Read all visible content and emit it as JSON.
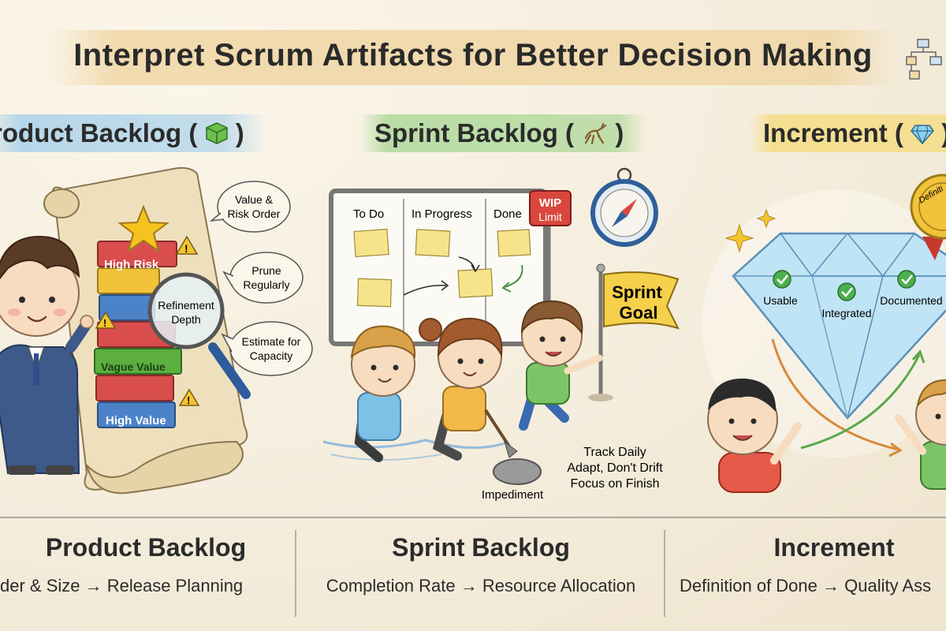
{
  "title": "Interpret Scrum Artifacts for Better Decision Making",
  "sections": {
    "product_backlog": {
      "heading": "roduct Backlog (",
      "heading_close": ")",
      "callouts": [
        "Value &",
        "Risk Order",
        "Prune",
        "Regularly",
        "Estimate for",
        "Capacity"
      ],
      "magnifier": [
        "Refinement",
        "Depth"
      ],
      "bricks": [
        "High Risk",
        "Vague Value",
        "High Value"
      ]
    },
    "sprint_backlog": {
      "heading": "Sprint Backlog (",
      "heading_close": ")",
      "board_columns": [
        "To Do",
        "In Progress",
        "Done"
      ],
      "wip": [
        "WIP",
        "Limit"
      ],
      "goal_flag": [
        "Sprint",
        "Goal"
      ],
      "notes": [
        "Track Daily",
        "Adapt, Don't Drift",
        "Focus on Finish"
      ],
      "impediment": "Impediment"
    },
    "increment": {
      "heading": "Increment (",
      "heading_close": ")",
      "checks": [
        "Usable",
        "Integrated",
        "Documented"
      ],
      "seal_text": "Definiti"
    }
  },
  "bottom": {
    "product_backlog": {
      "title": "Product Backlog",
      "flow": "der & Size  →  Release Planning"
    },
    "sprint_backlog": {
      "title": "Sprint Backlog",
      "flow": "Completion Rate → Resource Allocation"
    },
    "increment": {
      "title": "Increment",
      "flow": "Definition of Done → Quality Ass"
    }
  },
  "colors": {
    "blue_band": "#a0cdeb",
    "green_band": "#aad796",
    "yellow_band": "#f5dc82",
    "title_band": "#f0d6a5"
  }
}
